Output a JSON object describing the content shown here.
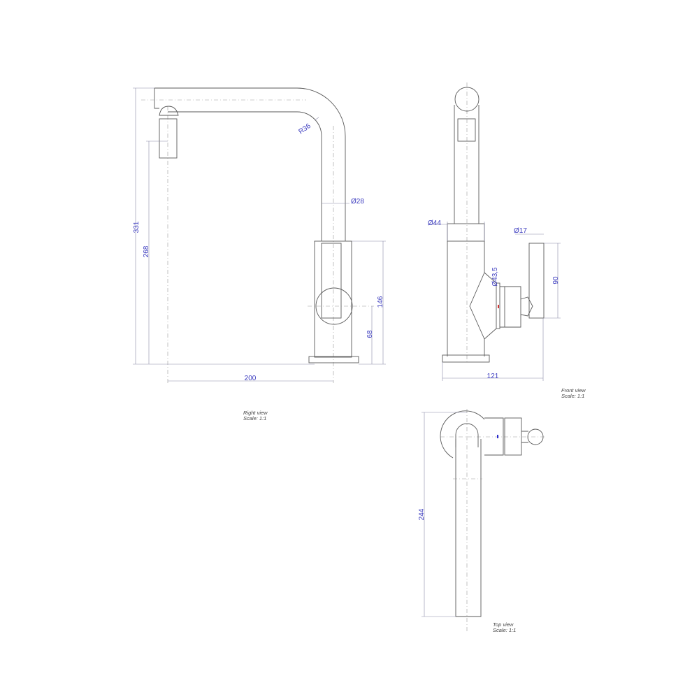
{
  "colors": {
    "line": "#5a5a5a",
    "dimension_text": "#3b3bbf",
    "hot_marker": "#d03030",
    "cold_marker": "#2a2ad0"
  },
  "right_view": {
    "caption": "Right view",
    "scale": "Scale:  1:1",
    "dims": {
      "overall_height": "331",
      "spout_height": "268",
      "reach": "200",
      "body_height": "146",
      "handle_axis_height": "68",
      "spout_diameter": "Ø28",
      "bend_radius": "R36"
    }
  },
  "front_view": {
    "caption": "Front view",
    "scale": "Scale:  1:1",
    "dims": {
      "body_diameter": "Ø44",
      "handle_diameter": "Ø17",
      "cartridge_diameter": "Ø43,5",
      "handle_length": "90",
      "overall_width": "121"
    }
  },
  "top_view": {
    "caption": "Top view",
    "scale": "Scale:  1:1",
    "dims": {
      "spout_projection": "244"
    }
  }
}
